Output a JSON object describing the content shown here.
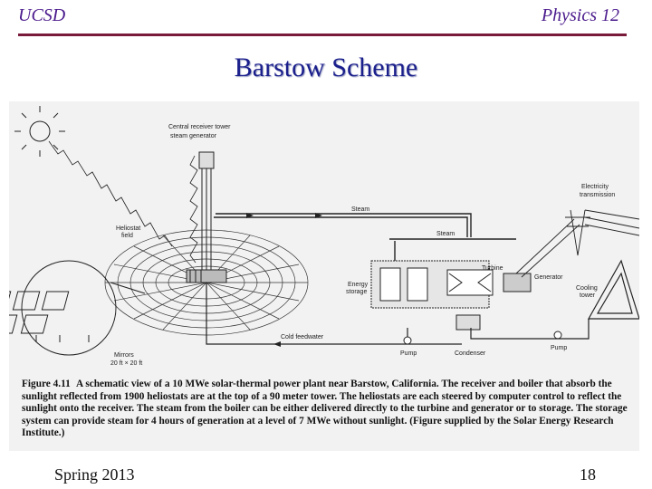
{
  "header": {
    "left": "UCSD",
    "right": "Physics 12"
  },
  "title": "Barstow Scheme",
  "diagram": {
    "labels": {
      "central_receiver": "Central receiver tower",
      "steam_generator": "steam generator",
      "heliostat": "Heliostat",
      "field": "field",
      "steam_top": "Steam",
      "steam_mid": "Steam",
      "electricity": "Electricity",
      "transmission": "transmission",
      "turbine": "Turbine",
      "generator": "Generator",
      "energy": "Energy",
      "storage": "storage",
      "cooling": "Cooling",
      "tower": "tower",
      "cold_feedwater": "Cold feedwater",
      "pump_left": "Pump",
      "condenser": "Condenser",
      "pump_right": "Pump",
      "mirrors": "Mirrors",
      "mirror_size": "20 ft × 20 ft"
    }
  },
  "caption": {
    "label": "Figure 4.11",
    "text": "A schematic view of a 10 MWe solar-thermal power plant near Barstow, California. The receiver and boiler that absorb the sunlight reflected from 1900 heliostats are at the top of a 90 meter tower. The heliostats are each steered by computer control to reflect the sunlight onto the receiver. The steam from the boiler can be either delivered directly to the turbine and generator or to storage. The storage system can provide steam for 4 hours of generation at a level of 7 MWe without sunlight. (Figure supplied by the Solar Energy Research Institute.)"
  },
  "footer": {
    "left": "Spring 2013",
    "right": "18"
  },
  "colors": {
    "header_text": "#4a1a8c",
    "rule": "#7a1a3a",
    "title": "#1b1f8c"
  }
}
